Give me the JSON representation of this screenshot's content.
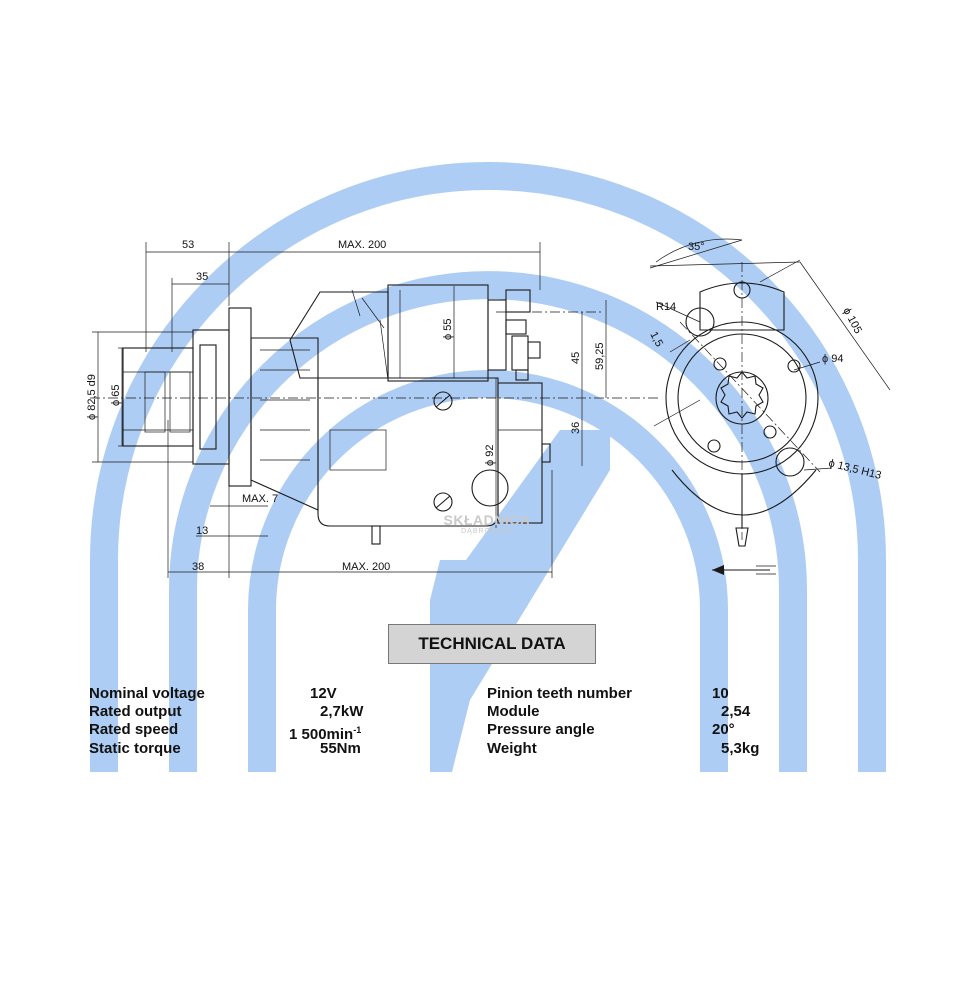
{
  "title": "TECHNICAL DATA",
  "watermark": {
    "brand": "SKŁADNICA",
    "sub": "DĄBROWSKI"
  },
  "colors": {
    "background_arcs": "#aecdf5",
    "box_fill": "#d4d4d4",
    "line": "#1a1a1a"
  },
  "dimensions": {
    "top_53": "53",
    "top_max200": "MAX. 200",
    "top_35": "35",
    "angle_35": "35°",
    "r14": "R14",
    "d105": "ϕ 105",
    "d55": "ϕ 55",
    "v45": "45",
    "v59": "59,25",
    "d94": "ϕ 94",
    "v1_5": "1,5",
    "d82": "ϕ 82,5 d9",
    "d65": "ϕ 65",
    "v36": "36",
    "d92": "ϕ 92",
    "d13_5": "ϕ 13,5 H13",
    "max7": "MAX. 7",
    "b13": "13",
    "b38": "38",
    "bottom_max200": "MAX. 200"
  },
  "specs_left": [
    {
      "label": "Nominal voltage",
      "value": "12V"
    },
    {
      "label": "Rated output",
      "value": "2,7kW"
    },
    {
      "label": "Rated speed",
      "value": "1 500min",
      "sup": "-1"
    },
    {
      "label": "Static torque",
      "value": "55Nm"
    }
  ],
  "specs_right": [
    {
      "label": "Pinion teeth number",
      "value": "10"
    },
    {
      "label": "Module",
      "value": "2,54"
    },
    {
      "label": "Pressure angle",
      "value": "20°"
    },
    {
      "label": "Weight",
      "value": "5,3kg"
    }
  ]
}
